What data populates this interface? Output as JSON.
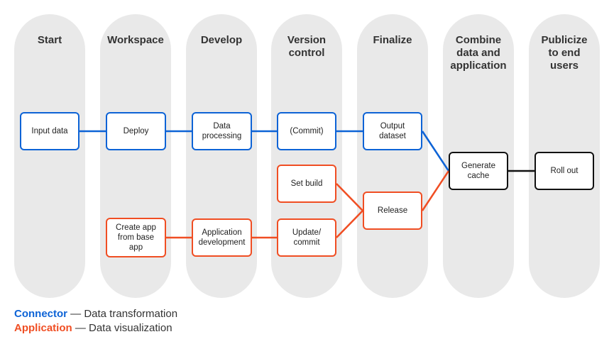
{
  "lanes": [
    {
      "title": "Start"
    },
    {
      "title": "Workspace"
    },
    {
      "title": "Develop"
    },
    {
      "title": "Version\ncontrol"
    },
    {
      "title": "Finalize"
    },
    {
      "title": "Combine\ndata and\napplication"
    },
    {
      "title": "Publicize\nto end\nusers"
    }
  ],
  "nodes": {
    "input_data": "Input data",
    "deploy": "Deploy",
    "data_processing": "Data\nprocessing",
    "commit": "(Commit)",
    "output_dataset": "Output\ndataset",
    "set_build": "Set build",
    "release": "Release",
    "create_app": "Create app\nfrom base\napp",
    "app_dev": "Application\ndevelopment",
    "update_commit": "Update/\ncommit",
    "generate_cache": "Generate\ncache",
    "roll_out": "Roll out"
  },
  "colors": {
    "connector": "#0d63d6",
    "application": "#f04e23",
    "combined": "#111111",
    "lane": "#e9e9e9"
  },
  "legend": {
    "connector_key": "Connector",
    "connector_desc": " — Data transformation",
    "application_key": "Application",
    "application_desc": " — Data visualization"
  }
}
